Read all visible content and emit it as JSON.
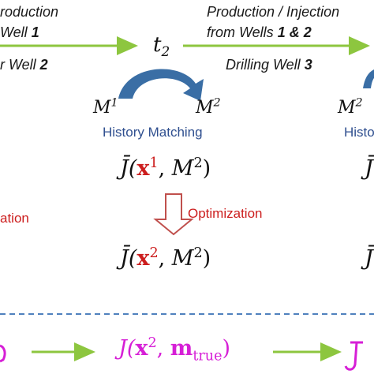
{
  "top_left": {
    "line1": "roduction",
    "line2_prefix": "Well ",
    "line2_number": "1",
    "line3_prefix": "r Well ",
    "line3_number": "2"
  },
  "top_right": {
    "line1": "Production / Injection",
    "line2_prefix": "from Wells ",
    "line2_number": "1 & 2",
    "line3_prefix": "Drilling Well ",
    "line3_number": "3"
  },
  "time_node": {
    "symbol": "t",
    "subscript": "2"
  },
  "models": {
    "left_base": "M",
    "left_sup": "1",
    "right_base": "M",
    "right_sup": "2",
    "far_right_base": "M",
    "far_right_sup": "2"
  },
  "history_matching": {
    "label": "History Matching",
    "partial": "Histo"
  },
  "objective_before": {
    "prefix": "J̄(",
    "x": "x",
    "x_sup": "1",
    "sep": ", ",
    "m": "M",
    "m_sup": "2",
    "suffix": ")"
  },
  "optimization": {
    "label": "Optimization",
    "left_partial": "ation"
  },
  "objective_after": {
    "prefix": "J̄(",
    "x": "x",
    "x_sup": "2",
    "sep": ", ",
    "m": "M",
    "m_sup": "2",
    "suffix": ")"
  },
  "right_partial_J": "J̄",
  "bottom": {
    "prefix": "J(",
    "x": "x",
    "x_sup": "2",
    "sep": ", ",
    "m": "m",
    "m_sub": "true",
    "suffix": ")"
  },
  "colors": {
    "green_arrow": "#8dc63f",
    "curved_arrow": "#3a6ea5",
    "down_arrow_outline": "#c0504d",
    "dashed_line": "#4f81bd",
    "red_text": "#cc1d1d",
    "magenta": "#d61fd6",
    "blue_text": "#2f4f8f"
  }
}
